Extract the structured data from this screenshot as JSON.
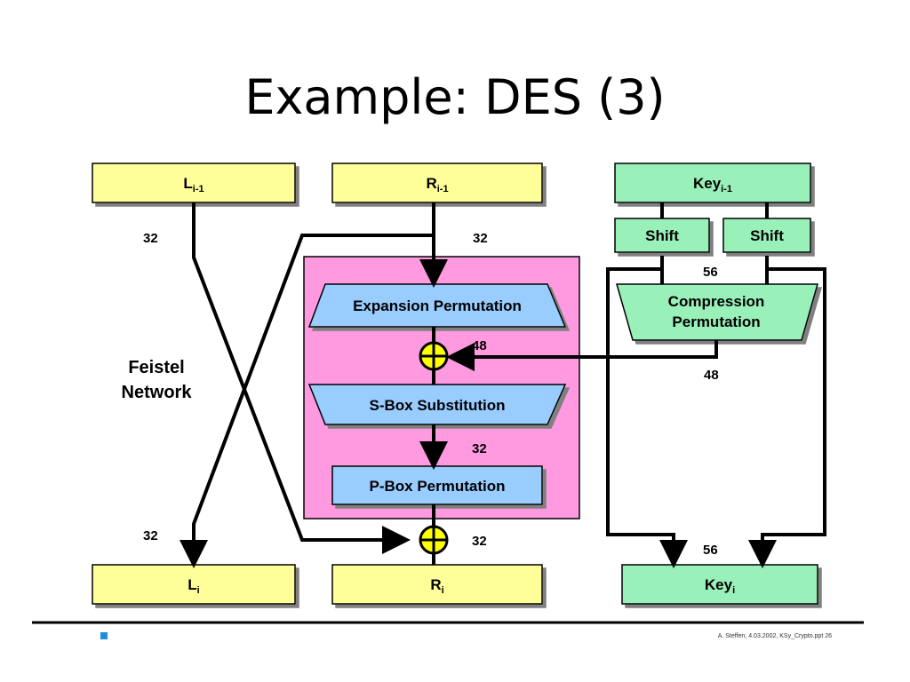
{
  "title": "Example: DES (3)",
  "boxes": {
    "l_prev": {
      "main": "L",
      "sub": "i-1"
    },
    "r_prev": {
      "main": "R",
      "sub": "i-1"
    },
    "key_prev": {
      "main": "Key",
      "sub": "i-1"
    },
    "shift_left": "Shift",
    "shift_right": "Shift",
    "expansion": "Expansion Permutation",
    "compression_line1": "Compression",
    "compression_line2": "Permutation",
    "sbox": "S-Box Substitution",
    "pbox": "P-Box Permutation",
    "l_next": {
      "main": "L",
      "sub": "i"
    },
    "r_next": {
      "main": "R",
      "sub": "i"
    },
    "key_next": {
      "main": "Key",
      "sub": "i"
    }
  },
  "bit_widths": {
    "l_top": "32",
    "r_top": "32",
    "key_56_top": "56",
    "xor_48": "48",
    "compression_48": "48",
    "sbox_32": "32",
    "l_bottom": "32",
    "r_bottom": "32",
    "key_56_bottom": "56"
  },
  "feistel_label": {
    "line1": "Feistel",
    "line2": "Network"
  },
  "footer": "A. Steffen, 4.03.2002, KSy_Crypto.ppt 26",
  "colors": {
    "yellow_box": "#ffff99",
    "green_box": "#99f0b8",
    "blue_box": "#99ccff",
    "pink_region": "#ff99e0"
  }
}
